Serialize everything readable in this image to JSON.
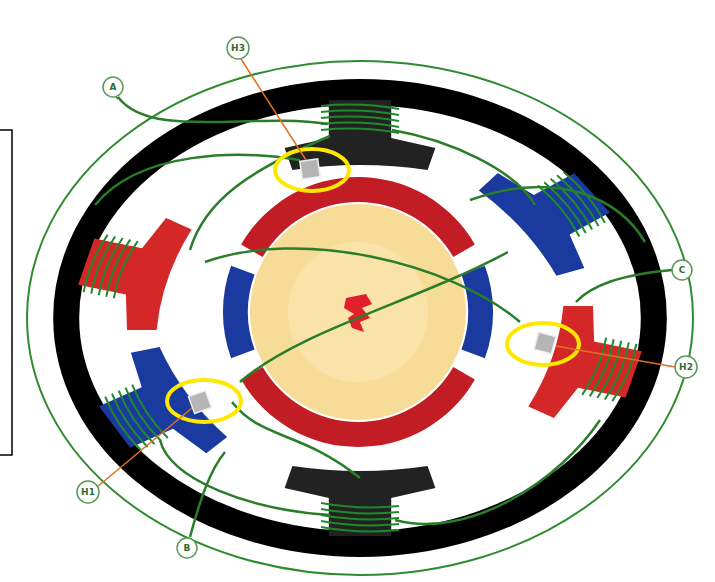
{
  "diagram": {
    "labels": [
      "H3",
      "A",
      "C",
      "H2",
      "H1",
      "B"
    ]
  }
}
